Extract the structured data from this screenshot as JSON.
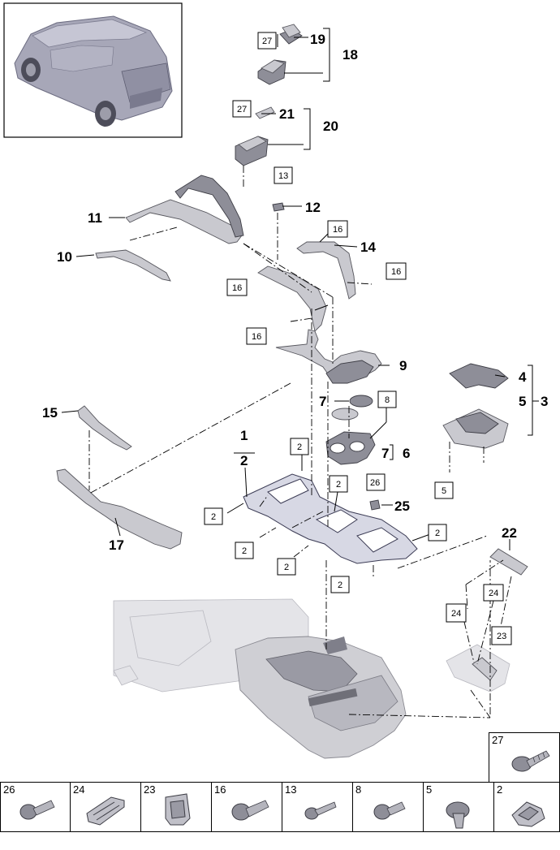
{
  "diagram": {
    "callouts": {
      "c1": "1",
      "c2": "2",
      "c3": "3",
      "c4": "4",
      "c5": "5",
      "c6": "6",
      "c7a": "7",
      "c7b": "7",
      "c9": "9",
      "c10": "10",
      "c11": "11",
      "c12": "12",
      "c14": "14",
      "c15": "15",
      "c17": "17",
      "c18": "18",
      "c19": "19",
      "c20": "20",
      "c21": "21",
      "c22": "22",
      "c25": "25"
    },
    "boxed_labels": {
      "b27a": "27",
      "b27b": "27",
      "b13": "13",
      "b16a": "16",
      "b16b": "16",
      "b16c": "16",
      "b16d": "16",
      "b8": "8",
      "b26": "26",
      "b2a": "2",
      "b2b": "2",
      "b2c": "2",
      "b2d": "2",
      "b2e": "2",
      "b2f": "2",
      "b2g": "2",
      "b5": "5",
      "b24a": "24",
      "b24b": "24",
      "b23": "23"
    }
  },
  "legend": {
    "cells": [
      {
        "label": "26",
        "icon": "screw-flange-icon"
      },
      {
        "label": "24",
        "icon": "clip-double-icon"
      },
      {
        "label": "23",
        "icon": "clip-bracket-icon"
      },
      {
        "label": "16",
        "icon": "screw-pan-icon"
      },
      {
        "label": "13",
        "icon": "screw-small-icon"
      },
      {
        "label": "8",
        "icon": "screw-short-icon"
      },
      {
        "label": "5",
        "icon": "push-rivet-icon"
      },
      {
        "label": "2",
        "icon": "spring-clip-icon"
      }
    ],
    "top_cell": {
      "label": "27",
      "icon": "screw-torx-icon"
    }
  }
}
